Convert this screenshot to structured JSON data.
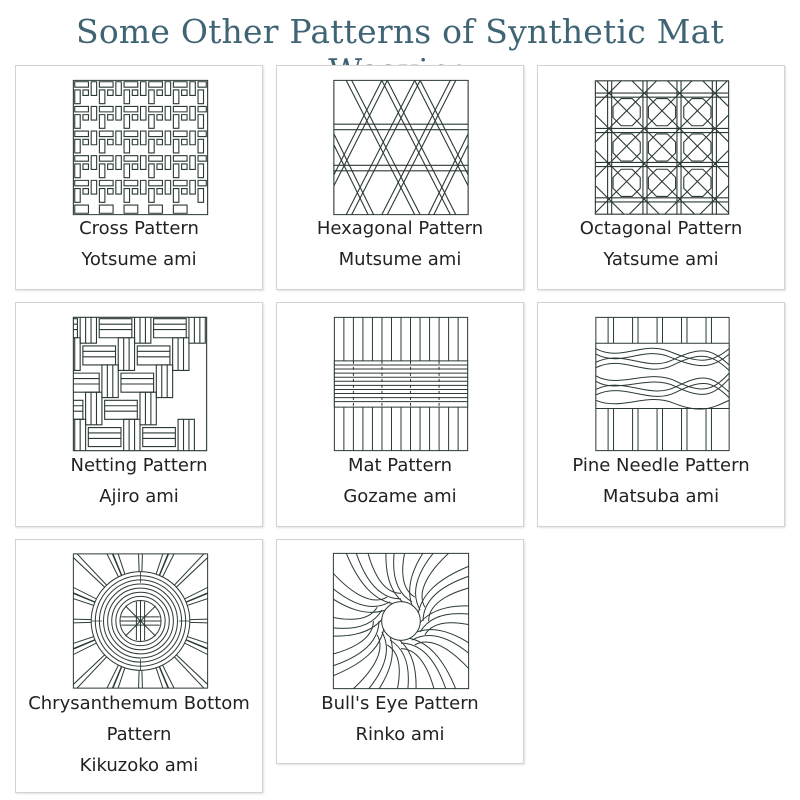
{
  "page": {
    "title": "Some Other Patterns of Synthetic Mat Weaving"
  },
  "patterns": [
    {
      "name": "Cross Pattern",
      "japanese": "Yotsume ami",
      "pattern_icon": "cross-pattern-icon"
    },
    {
      "name": "Hexagonal Pattern",
      "japanese": "Mutsume ami",
      "pattern_icon": "hexagonal-pattern-icon"
    },
    {
      "name": "Octagonal Pattern",
      "japanese": "Yatsume ami",
      "pattern_icon": "octagonal-pattern-icon"
    },
    {
      "name": "Netting Pattern",
      "japanese": "Ajiro ami",
      "pattern_icon": "netting-pattern-icon"
    },
    {
      "name": "Mat Pattern",
      "japanese": "Gozame ami",
      "pattern_icon": "mat-pattern-icon"
    },
    {
      "name": "Pine Needle Pattern",
      "japanese": "Matsuba ami",
      "pattern_icon": "pine-needle-pattern-icon"
    },
    {
      "name": "Chrysanthemum Bottom",
      "name_line2": "Pattern",
      "japanese": "Kikuzoko ami",
      "pattern_icon": "chrysanthemum-pattern-icon"
    },
    {
      "name": "Bull's Eye Pattern",
      "japanese": "Rinko ami",
      "pattern_icon": "bulls-eye-pattern-icon"
    }
  ],
  "colors": {
    "title": "#3f6474",
    "line": "#2b3a33",
    "card_border": "#d3d3d3"
  }
}
